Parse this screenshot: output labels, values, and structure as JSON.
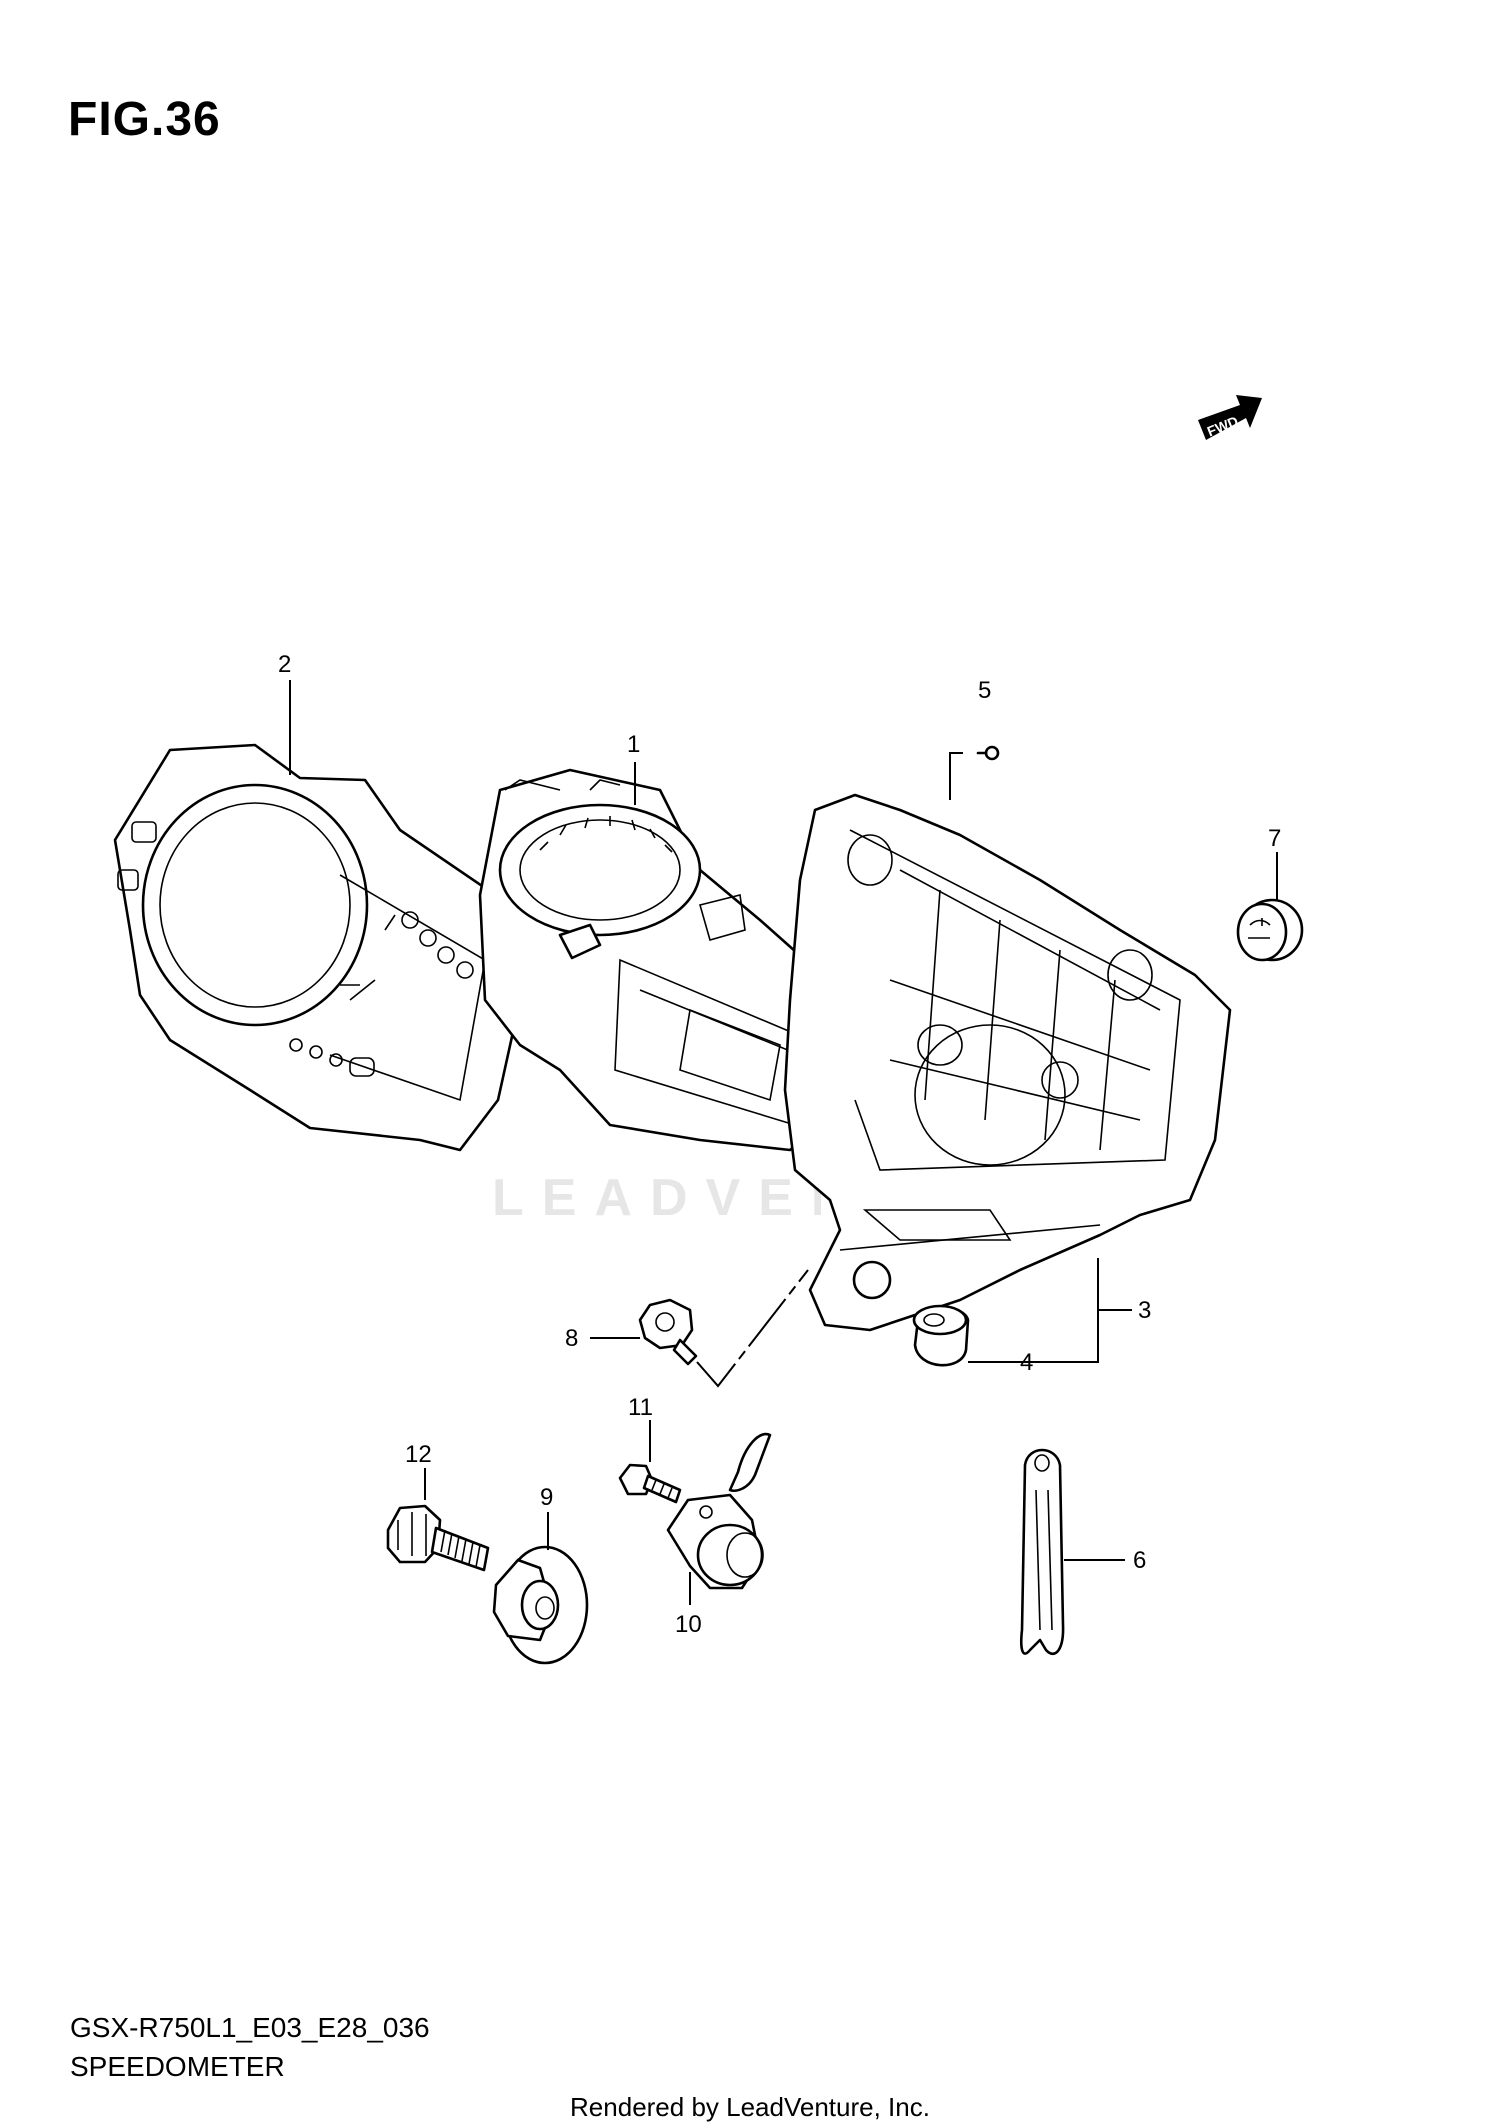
{
  "figure_title": "FIG.36",
  "forward_label": "FWD",
  "watermark": "LEADVENTURE",
  "footer": {
    "model_code": "GSX-R750L1_E03_E28_036",
    "section_name": "SPEEDOMETER",
    "rendered_by": "Rendered by LeadVenture, Inc."
  },
  "callouts": {
    "c1": "1",
    "c2": "2",
    "c3": "3",
    "c4": "4",
    "c5": "5",
    "c6": "6",
    "c7": "7",
    "c8": "8",
    "c9": "9",
    "c10": "10",
    "c11": "11",
    "c12": "12"
  }
}
